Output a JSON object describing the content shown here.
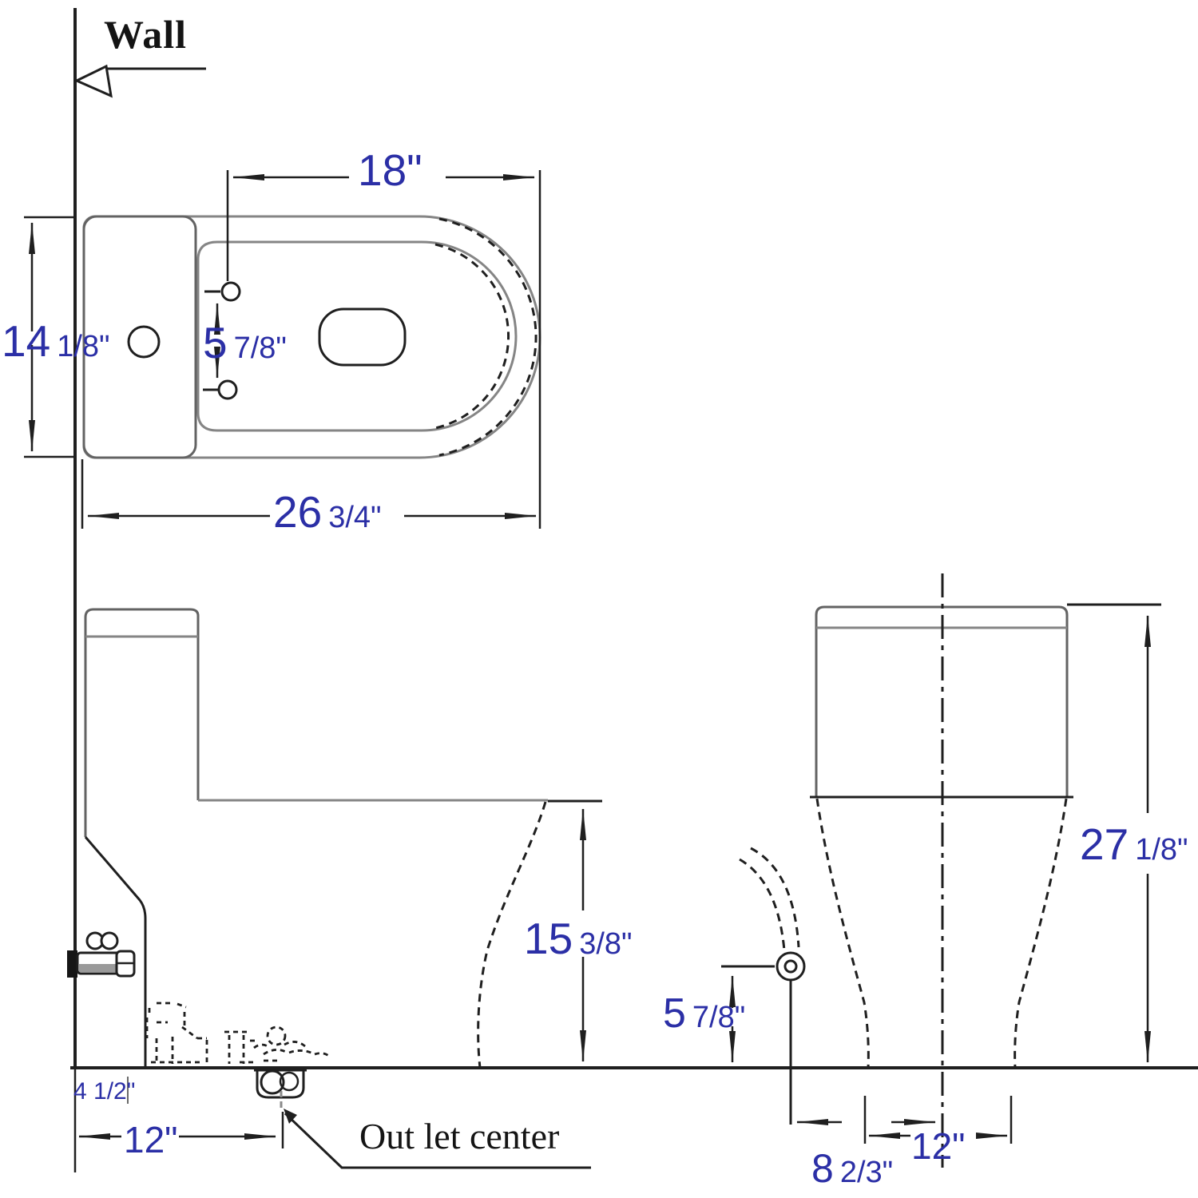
{
  "labels": {
    "wall": "Wall",
    "outlet_center": "Out let center"
  },
  "dimensions": {
    "seat_width": {
      "big": "18\""
    },
    "tank_width": {
      "big": "14",
      "small": "1/8\""
    },
    "bolt_spacing": {
      "big": "5",
      "small": "7/8\""
    },
    "overall_depth": {
      "big": "26",
      "small": "3/4\""
    },
    "seat_height": {
      "big": "15",
      "small": "3/8\""
    },
    "overall_height": {
      "big": "27",
      "small": "1/8\""
    },
    "supply_height": {
      "big": "5",
      "small": "7/8\""
    },
    "trap_offset": {
      "big": "4 1/2\""
    },
    "rough_in": {
      "big": "12\""
    },
    "supply_offset": {
      "big": "8",
      "small": "2/3\""
    },
    "base_width": {
      "big": "12\""
    }
  },
  "colors": {
    "dimension_text": "#2b2fa6",
    "line_dark": "#1f1f1f",
    "line_gray": "#858585",
    "annotation_text": "#141414",
    "background": "#ffffff"
  }
}
